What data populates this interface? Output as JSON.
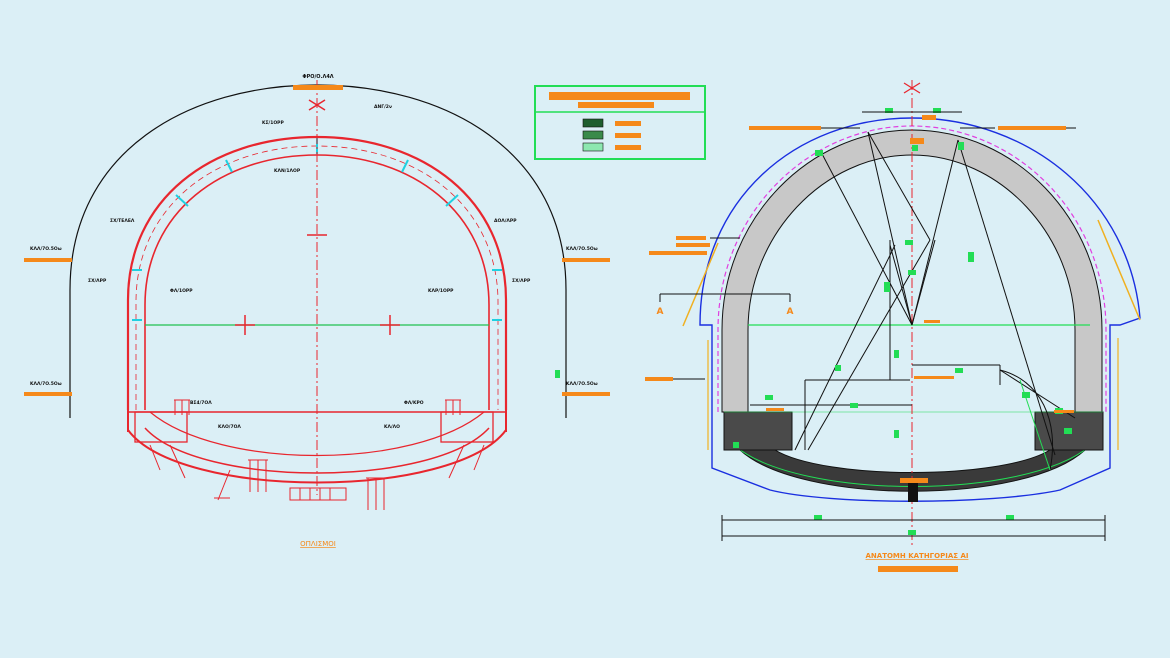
{
  "colors": {
    "background": "#dbeff6",
    "drawing_red": "#e8262e",
    "accent_orange": "#f5891a",
    "outline_blue": "#1a2fe0",
    "legend_green": "#22dd55",
    "concrete_gray": "#c8c8c8",
    "invert_dark": "#3a3a3a",
    "cyan_marks": "#20d0e0",
    "magenta_marks": "#e040e0"
  },
  "left_section": {
    "top_label": "ΦΡΟ/Ο.Λ4Λ",
    "outer_labels": [
      "ΔΝΓ/2ν",
      "ΣΧ/ΤΕΛΕΛ",
      "ΔΟΛ/ΛΡΡ",
      "ΣΧ/ΛΡΡ"
    ],
    "inner_labels": [
      "ΚΣ/1ΟΡΡ",
      "ΚΛΝ/1ΛΟΡ",
      "ΦΛ/1ΟΡΡ",
      "ΚΛΡ/1ΟΡΡ"
    ],
    "side_labels_left": [
      "ΚΛΛ/7Ο.5Οω",
      "ΚΛΛ/7Ο.5Οω"
    ],
    "side_labels_right": [
      "ΚΛΛ/7Ο.5Οω",
      "ΚΛΛ/7Ο.5Οω"
    ],
    "footer_labels": [
      "ΒΣ4/7ΟΛ",
      "ΚΛΟ/7ΟΛ",
      "ΦΛ/ΚΡΟ",
      "ΚΛ/ΛΟ"
    ],
    "caption": "ΟΠΛΙΣΜΟΙ"
  },
  "right_section": {
    "caption": "ΑΝΑΤΟΜΗ ΚΑΤΗΓΟΡΙΑΣ ΑΙ",
    "section_marker": "A"
  },
  "legend": {
    "swatches": [
      {
        "color": "#1e5e2e"
      },
      {
        "color": "#3a8a4a"
      },
      {
        "color": "#8de8b0"
      }
    ]
  }
}
